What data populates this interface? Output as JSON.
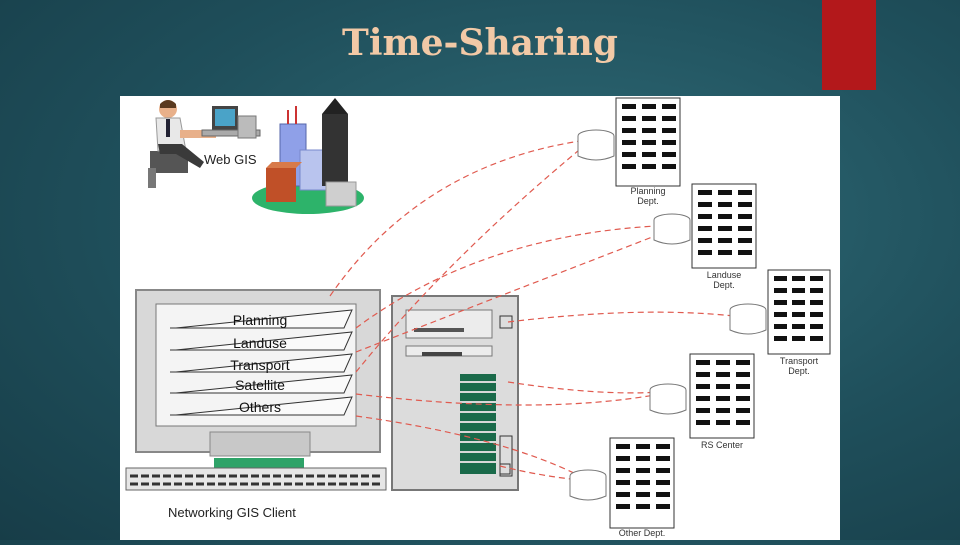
{
  "slide": {
    "title": "Time-Sharing"
  },
  "diagram": {
    "web_gis_label": "Web GIS",
    "client_label": "Networking GIS Client",
    "layers": [
      "Planning",
      "Landuse",
      "Transport",
      "Satellite",
      "Others"
    ],
    "departments": [
      "Planning\nDept.",
      "Landuse\nDept.",
      "Transport\nDept.",
      "RS Center",
      "Other Dept."
    ]
  },
  "colors": {
    "accent_red": "#b3181b",
    "title_color": "#f2c9a6",
    "link_line": "#e05a4f"
  }
}
